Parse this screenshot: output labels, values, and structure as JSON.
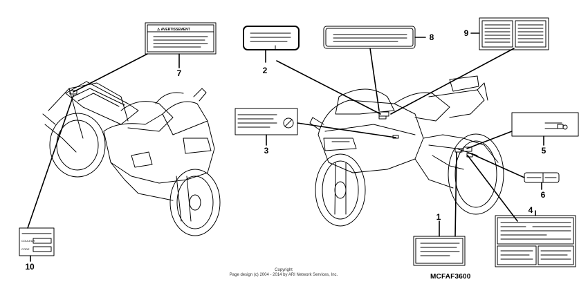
{
  "callouts": [
    "1",
    "2",
    "3",
    "4",
    "5",
    "6",
    "7",
    "8",
    "9",
    "10"
  ],
  "label7_heading": "⚠ AVERTISSEMENT",
  "label10_rows": [
    "COULEUR",
    "CODE"
  ],
  "copyright_line1": "Copyright",
  "copyright_line2": "Page design (c) 2004 - 2014 by ARI Network Services, Inc.",
  "diagram_code": "MCFAF3600"
}
